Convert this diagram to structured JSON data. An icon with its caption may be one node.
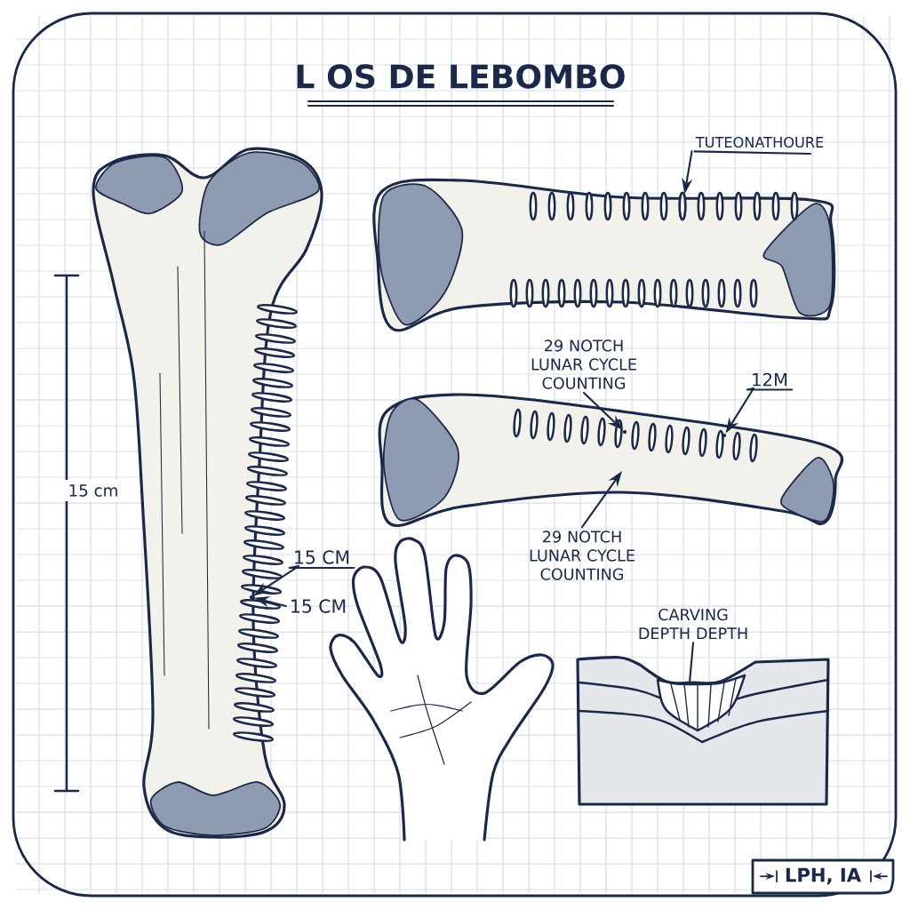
{
  "diagram": {
    "title": "L OS DE LEBOMBO",
    "nodes": [
      {
        "text": [
          "TUTEONATHOURE"
        ]
      },
      {
        "text": [
          "29 NOTCH LUNAR CYCLE COUNTING"
        ]
      },
      {
        "text": [
          "12M"
        ]
      },
      {
        "text": [
          "29 NOTCH LUNAR CYCLE COUNTING"
        ]
      },
      {
        "text": [
          "15 CM"
        ]
      },
      {
        "text": [
          "15 CM"
        ]
      },
      {
        "text": [
          "CARVING DEPTH DEPTH"
        ]
      },
      {
        "text": [
          "LPH, IA"
        ]
      },
      {
        "text": [],
        "shape": "circle"
      },
      {
        "text": [],
        "shape": "circle"
      },
      {
        "text": [],
        "shape": "circle"
      },
      {
        "text": [],
        "shape": "ellipse"
      }
    ],
    "edges": [
      {
        "from": 0,
        "to": 11,
        "arrow": "to"
      },
      {
        "from": 1,
        "to": 8,
        "arrow": "to"
      },
      {
        "from": 2,
        "to": 9,
        "arrow": "to"
      },
      {
        "from": 3,
        "to": null,
        "arrow": "to"
      },
      {
        "from": 4,
        "to": 10,
        "arrow": "to"
      },
      {
        "from": 5,
        "to": 10,
        "arrow": "to"
      },
      {
        "from": 6,
        "to": null,
        "arrow": "none"
      }
    ],
    "labels": [
      "15 cm"
    ]
  }
}
